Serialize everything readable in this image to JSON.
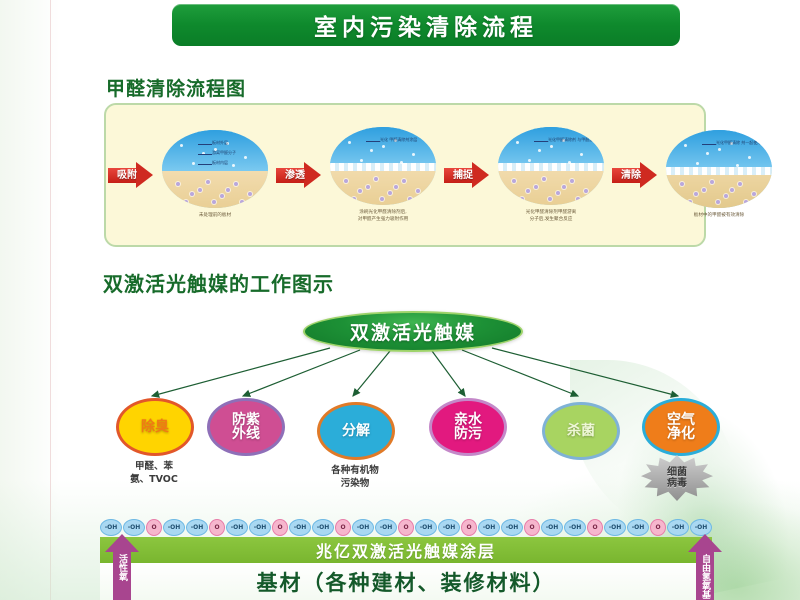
{
  "page": {
    "title": "室内污染清除流程"
  },
  "sections": {
    "formaldehyde": {
      "heading": "甲醛清除流程图",
      "arrows": [
        {
          "label": "吸附"
        },
        {
          "label": "渗透"
        },
        {
          "label": "捕捉"
        },
        {
          "label": "清除"
        }
      ],
      "stages": [
        {
          "caption": "未处理前的板材",
          "annotations": [
            "板材外层",
            "游离甲醛分子",
            "板材内层"
          ]
        },
        {
          "caption": "涂刷光化甲醛清除剂后,\n对甲醛产生强力吸附作用",
          "annotations": [
            "光化\n甲醛清除剂涂层"
          ]
        },
        {
          "caption": "光化甲醛清除剂甲醛游离\n分子后,发生聚合反应",
          "annotations": [
            "光化甲醛清除剂\n与甲醛游离分子发\n生聚合反应"
          ]
        },
        {
          "caption": "板材中的甲醛被有效清除",
          "annotations": [
            "光化甲醛清除\n剂一起使用\n长久生效"
          ]
        }
      ]
    },
    "photocatalyst": {
      "heading": "双激活光触媒的工作图示",
      "center_label": "双激活光触媒",
      "nodes": [
        {
          "label": "除臭",
          "sub": "甲醛、苯\n氨、TVOC",
          "fill": "#ffd400",
          "stroke": "#e2572a",
          "text_color": "#f07a14"
        },
        {
          "label": "防紫\n外线",
          "sub": "",
          "fill": "#cf4e93",
          "stroke": "#8e6fb8",
          "text_color": "#ffffff"
        },
        {
          "label": "分解",
          "sub": "各种有机物\n污染物",
          "fill": "#2badd9",
          "stroke": "#e07a28",
          "text_color": "#ffffff"
        },
        {
          "label": "亲水\n防污",
          "sub": "",
          "fill": "#e2197f",
          "stroke": "#c488c9",
          "text_color": "#ffffff"
        },
        {
          "label": "杀菌",
          "sub": "",
          "fill": "#a8d461",
          "stroke": "#7fb2d6",
          "text_color": "#eef7d6"
        },
        {
          "label": "空气\n净化",
          "sub": "",
          "fill": "#ef7d1a",
          "stroke": "#2badd9",
          "text_color": "#ffffff"
        }
      ],
      "starburst_label": "细菌\n病毒"
    },
    "substrate": {
      "molecule_units": [
        "-OH",
        "-OH",
        "O"
      ],
      "coating_label": "兆亿双激活光触媒涂层",
      "base_label": "基材（各种建材、装修材料）",
      "left_arrow_label": "活性氧",
      "right_arrow_label": "自由氢氧基"
    }
  },
  "colors": {
    "banner_green": "#0f8a2d",
    "heading_green": "#176b2a",
    "panel_bg": "#fcf8d8",
    "panel_border": "#bcd9a8",
    "coating_green": "#8cc63f",
    "arrow_red": "#cf2a20",
    "arrow_purple": "#a8458f",
    "fan_arrow": "#1d5e33"
  }
}
